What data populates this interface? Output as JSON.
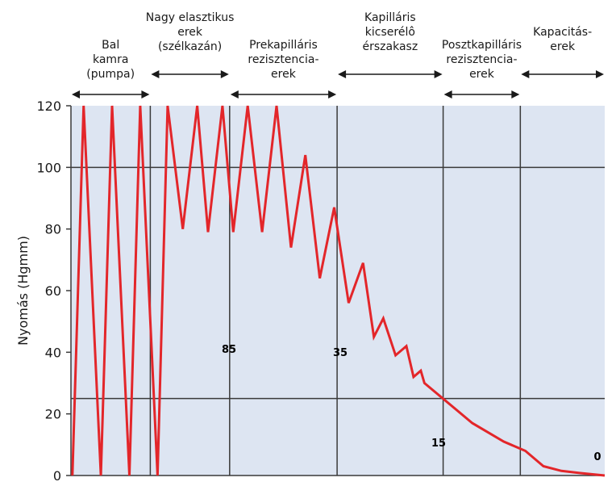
{
  "colors": {
    "plot_background": "#dde5f2",
    "line": "#e3262a",
    "grid": "#3a3a3a",
    "text": "#1a1a1a"
  },
  "chart_data": {
    "type": "line",
    "ylabel": "Nyomás (Hgmm)",
    "xlabel": "",
    "ylim": [
      0,
      120
    ],
    "y_ticks": [
      0,
      20,
      40,
      60,
      80,
      100,
      120
    ],
    "grid": "vertical lines at segment boundaries; horizontal lines at 25 and 100",
    "segments": [
      {
        "label_lines": [
          "Bal",
          "kamra",
          "(pumpa)"
        ]
      },
      {
        "label_lines": [
          "Nagy elasztikus",
          "erek",
          "(szélkazán)"
        ]
      },
      {
        "label_lines": [
          "Prekapilláris",
          "rezisztencia-",
          "erek"
        ]
      },
      {
        "label_lines": [
          "Kapilláris",
          "kicserélô",
          "érszakasz"
        ]
      },
      {
        "label_lines": [
          "Posztkapilláris",
          "rezisztencia-",
          "erek"
        ]
      },
      {
        "label_lines": [
          "Kapacitás-",
          "erek"
        ]
      }
    ],
    "series": [
      {
        "points": [
          [
            0.4,
            0
          ],
          [
            3.5,
            120
          ],
          [
            8.3,
            0
          ],
          [
            11.4,
            120
          ],
          [
            16.2,
            0
          ],
          [
            19.2,
            120
          ],
          [
            24.0,
            0
          ],
          [
            26.8,
            120
          ],
          [
            31.0,
            80
          ],
          [
            35.0,
            120
          ],
          [
            38.0,
            79
          ],
          [
            42.0,
            120
          ],
          [
            45.0,
            79
          ],
          [
            49.0,
            120
          ],
          [
            53.0,
            79
          ],
          [
            57.0,
            120
          ],
          [
            61.0,
            74
          ],
          [
            65.0,
            104
          ],
          [
            69.0,
            64
          ],
          [
            73.0,
            87
          ],
          [
            77.0,
            56
          ],
          [
            81.0,
            69
          ],
          [
            84.0,
            45
          ],
          [
            86.6,
            51
          ],
          [
            90.0,
            39
          ],
          [
            93.0,
            42
          ],
          [
            95.0,
            32
          ],
          [
            97.0,
            34
          ],
          [
            98.0,
            30
          ],
          [
            111.3,
            17
          ],
          [
            120.0,
            11
          ],
          [
            126.0,
            8
          ],
          [
            131.0,
            3
          ],
          [
            136.0,
            1.5
          ],
          [
            141.0,
            0.8
          ],
          [
            148.0,
            0
          ]
        ]
      }
    ],
    "annotations": [
      "85",
      "35",
      "15",
      "0"
    ]
  }
}
